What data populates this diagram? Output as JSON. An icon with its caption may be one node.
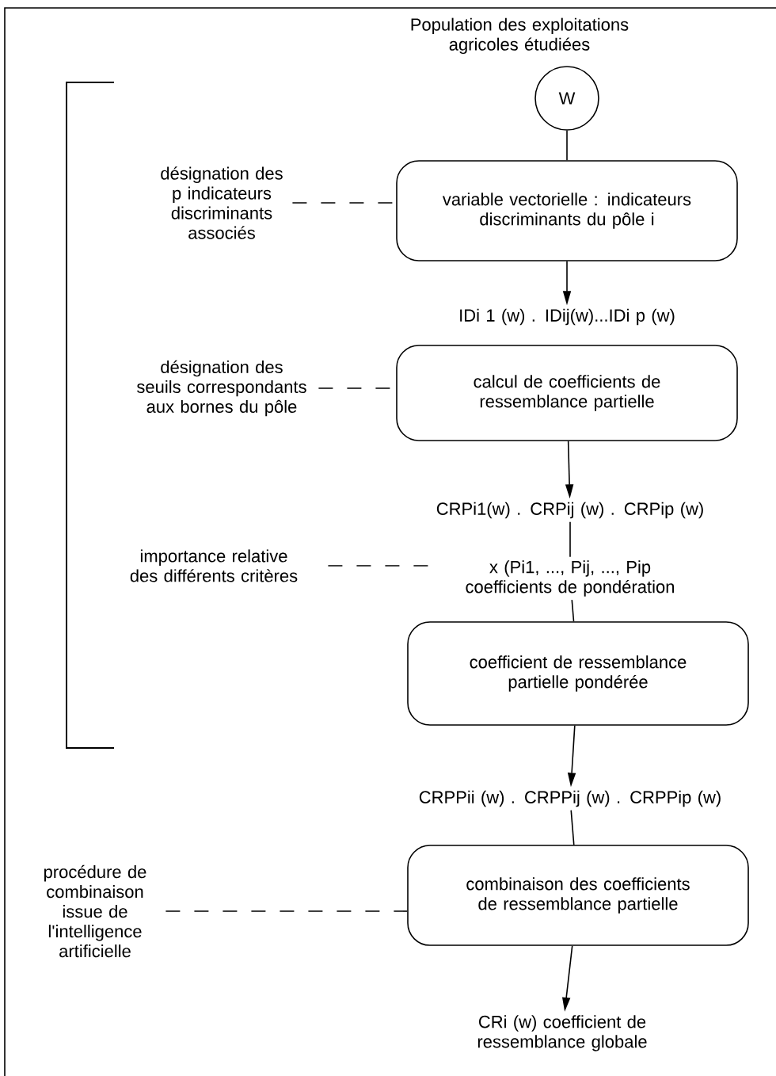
{
  "diagram": {
    "nodes": [
      {
        "text": [
          "W"
        ],
        "beside": [
          "Population des exploitations agricoles étudiées"
        ]
      },
      {
        "text": [
          "variable vectorielle : indicateurs discriminants du pôle i"
        ]
      },
      {
        "text": [
          "IDi 1 (w) . IDij(w)...IDi p (w)"
        ]
      },
      {
        "text": [
          "calcul de coefficients de ressemblance partielle"
        ]
      },
      {
        "text": [
          "CRPi1(w) . CRPij (w) . CRPip (w)"
        ]
      },
      {
        "text": [
          "x (Pi1, ..., Pij, ..., Pip coefficients de pondération"
        ]
      },
      {
        "text": [
          "coefficient de ressemblance partielle pondérée"
        ]
      },
      {
        "text": [
          "CRPPii (w) . CRPPij (w) . CRPPip (w)"
        ]
      },
      {
        "text": [
          "combinaison des coefficients de ressemblance partielle"
        ]
      },
      {
        "text": [
          "CRi (w) coefficient de ressemblance globale"
        ]
      },
      {
        "text": [
          "désignation des p indicateurs discriminants associés"
        ]
      },
      {
        "text": [
          "désignation des seuils correspondants aux bornes du pôle"
        ]
      },
      {
        "text": [
          "importance relative des différents critères"
        ]
      },
      {
        "text": [
          "procédure de combinaison issue de l'intelligence artificielle"
        ]
      }
    ],
    "edges": [
      {
        "from": 0,
        "to": 1,
        "arrow": "none"
      },
      {
        "from": 1,
        "to": 2,
        "arrow": "to"
      },
      {
        "from": 3,
        "to": 4,
        "arrow": "to"
      },
      {
        "from": 4,
        "to": 5,
        "arrow": "none"
      },
      {
        "from": 5,
        "to": 6,
        "arrow": "none"
      },
      {
        "from": 6,
        "to": 7,
        "arrow": "to"
      },
      {
        "from": 7,
        "to": 8,
        "arrow": "none"
      },
      {
        "from": 8,
        "to": 9,
        "arrow": "to"
      },
      {
        "from": 10,
        "to": 1,
        "arrow": "none",
        "style": "dashed"
      },
      {
        "from": 11,
        "to": 3,
        "arrow": "none",
        "style": "dashed"
      },
      {
        "from": 12,
        "to": 5,
        "arrow": "none",
        "style": "dashed"
      },
      {
        "from": 13,
        "to": 8,
        "arrow": "none",
        "style": "dashed"
      }
    ]
  }
}
